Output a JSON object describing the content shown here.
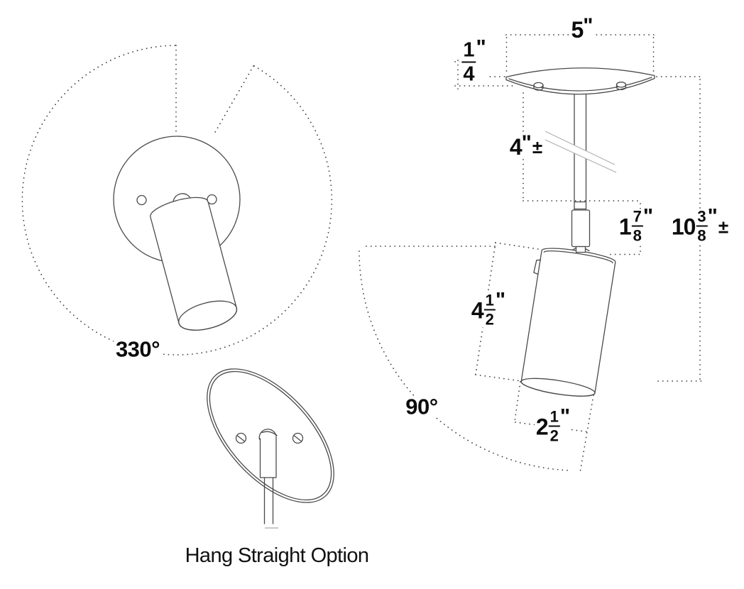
{
  "diagram": {
    "caption": "Hang Straight Option",
    "rotation_angle": "330°",
    "tilt_angle": "90°",
    "dims": {
      "canopy_diameter": {
        "whole": "5",
        "unit": "\""
      },
      "canopy_thickness": {
        "num": "1",
        "den": "4",
        "unit": "\""
      },
      "stem_length": {
        "whole": "4",
        "unit": "\"",
        "tol": "±"
      },
      "knuckle_height": {
        "whole": "1",
        "num": "7",
        "den": "8",
        "unit": "\""
      },
      "overall_height": {
        "whole": "10",
        "num": "3",
        "den": "8",
        "unit": "\"",
        "tol": "±"
      },
      "head_length": {
        "whole": "4",
        "num": "1",
        "den": "2",
        "unit": "\""
      },
      "head_diameter": {
        "whole": "2",
        "num": "1",
        "den": "2",
        "unit": "\""
      }
    },
    "colors": {
      "line": "#4a4a4a",
      "dot": "#3d3d3d",
      "text": "#0c0c0c",
      "break_line": "#b0b0b0",
      "background": "#ffffff"
    }
  }
}
